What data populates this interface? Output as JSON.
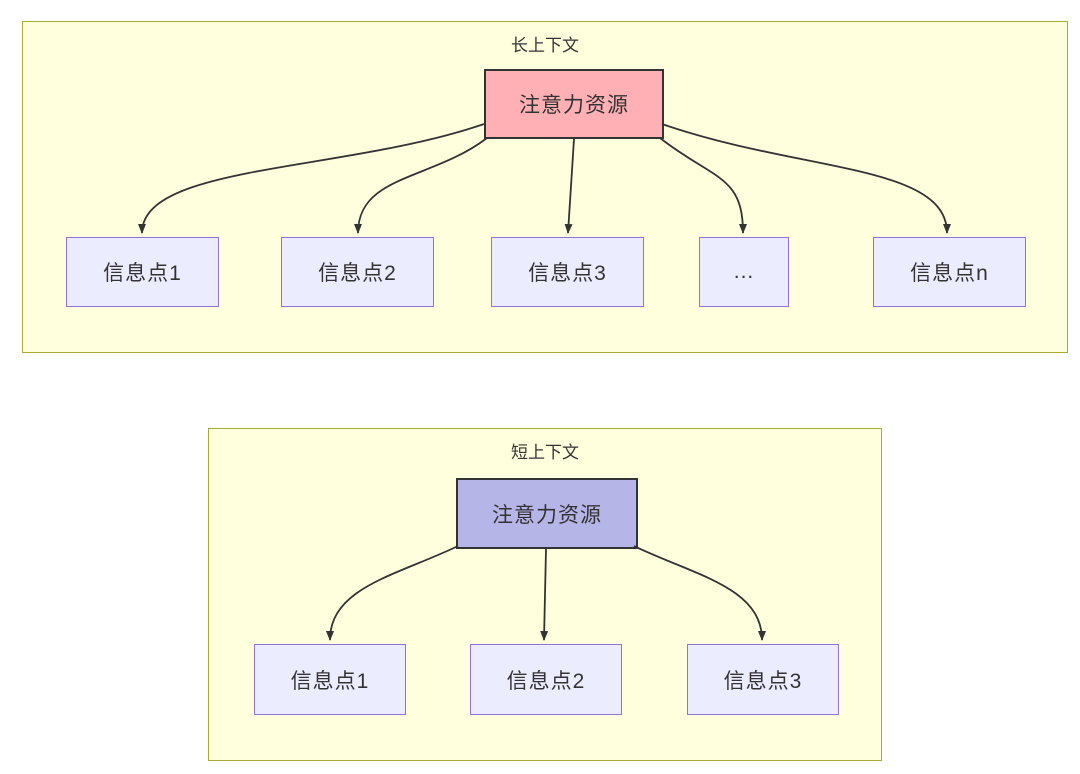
{
  "colors": {
    "container-fill": "#ffffde",
    "container-border": "#aaaa33",
    "node-fill": "#ececff",
    "node-border": "#9370db",
    "attn-long-fill": "#ffb0b4",
    "attn-short-fill": "#b5b5e8",
    "attn-border": "#333333",
    "edge-color": "#333333",
    "text-color": "#333333"
  },
  "long_context": {
    "title": "长上下文",
    "attention": "注意力资源",
    "nodes": [
      "信息点1",
      "信息点2",
      "信息点3",
      "...",
      "信息点n"
    ]
  },
  "short_context": {
    "title": "短上下文",
    "attention": "注意力资源",
    "nodes": [
      "信息点1",
      "信息点2",
      "信息点3"
    ]
  }
}
